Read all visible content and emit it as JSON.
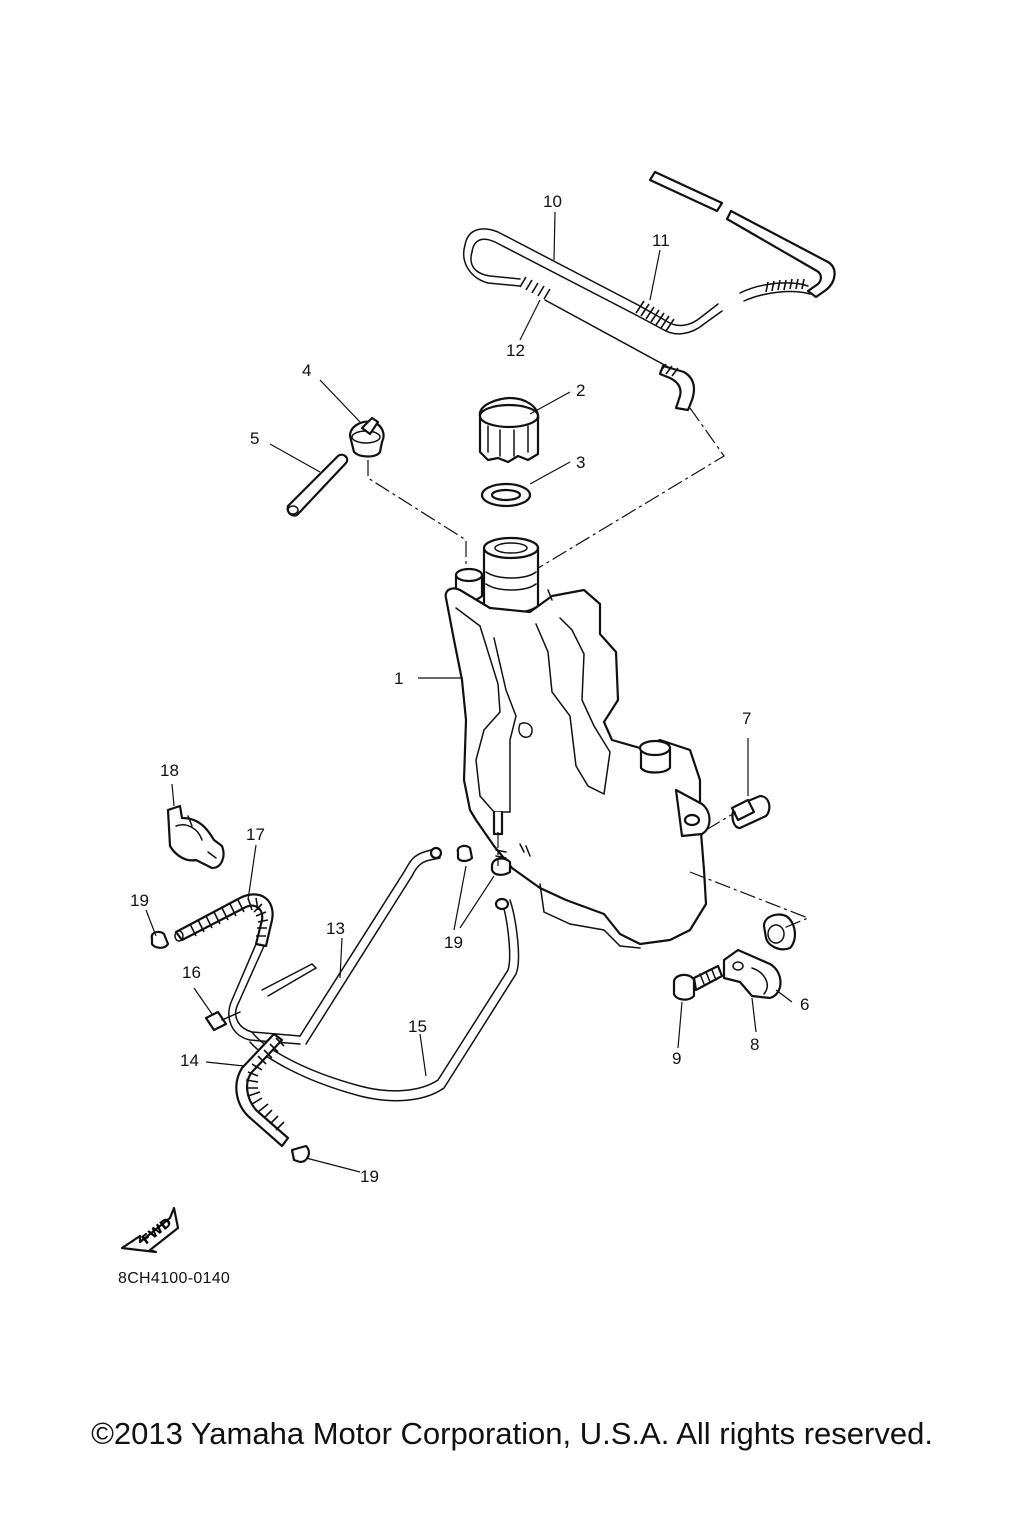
{
  "callouts": {
    "p1": "1",
    "p2": "2",
    "p3": "3",
    "p4": "4",
    "p5": "5",
    "p6": "6",
    "p7": "7",
    "p8": "8",
    "p9": "9",
    "p10": "10",
    "p11": "11",
    "p12": "12",
    "p13": "13",
    "p14": "14",
    "p15": "15",
    "p16": "16",
    "p17": "17",
    "p18": "18",
    "p19a": "19",
    "p19b": "19",
    "p19c": "19"
  },
  "fwd_label": "FWD",
  "diagram_code": "8CH4100-0140",
  "copyright": "©2013 Yamaha Motor Corporation, U.S.A. All rights reserved."
}
